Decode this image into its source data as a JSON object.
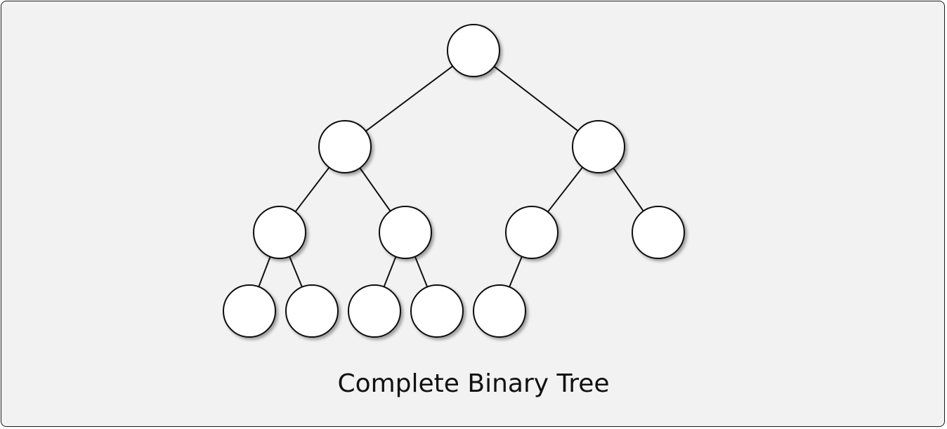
{
  "diagram": {
    "caption": "Complete Binary Tree",
    "nodes": [
      {
        "id": "n1"
      },
      {
        "id": "n2",
        "parent": "n1"
      },
      {
        "id": "n3",
        "parent": "n1"
      },
      {
        "id": "n4",
        "parent": "n2"
      },
      {
        "id": "n5",
        "parent": "n2"
      },
      {
        "id": "n6",
        "parent": "n3"
      },
      {
        "id": "n7",
        "parent": "n3"
      },
      {
        "id": "n8",
        "parent": "n4"
      },
      {
        "id": "n9",
        "parent": "n4"
      },
      {
        "id": "n10",
        "parent": "n5"
      },
      {
        "id": "n11",
        "parent": "n5"
      },
      {
        "id": "n12",
        "parent": "n6"
      }
    ],
    "colors": {
      "background": "#f2f2f2",
      "node_fill": "#ffffff",
      "stroke": "#111111"
    }
  }
}
